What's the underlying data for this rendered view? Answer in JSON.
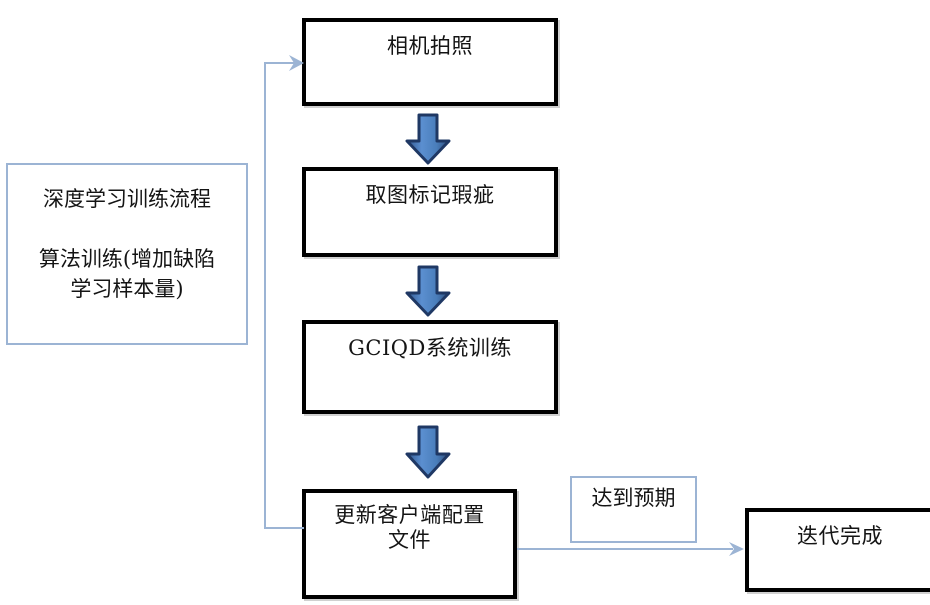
{
  "diagram": {
    "title_note": {
      "line1": "深度学习训练流程",
      "line2": "算法训练(增加缺陷",
      "line3": "学习样本量)"
    },
    "process_steps": [
      {
        "id": "camera",
        "label": "相机拍照"
      },
      {
        "id": "capture-mark-defects",
        "label": "取图标记瑕疵"
      },
      {
        "id": "gciqd-training",
        "label": "GCIQD系统训练"
      },
      {
        "id": "update-client-config",
        "label": "更新客户端配置\n文件"
      }
    ],
    "edge_label": "达到预期",
    "terminal": {
      "id": "iteration-complete",
      "label": "迭代完成"
    },
    "colors": {
      "box_border": "#000000",
      "note_border": "#9cb4d4",
      "connector": "#9cb4d4",
      "block_arrow_fill": "#4a7ebb",
      "block_arrow_stroke": "#1f3864",
      "text": "#141414",
      "background": "#ffffff"
    }
  }
}
